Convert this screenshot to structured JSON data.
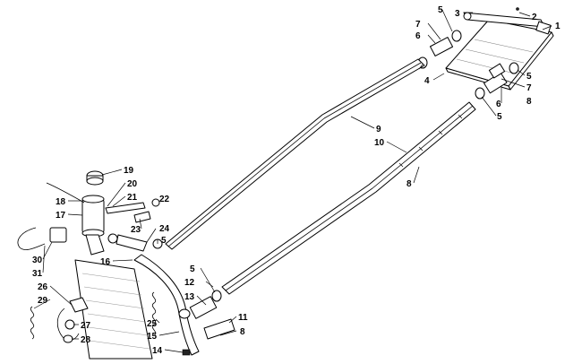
{
  "callouts": [
    {
      "id": "c1",
      "label": "1"
    },
    {
      "id": "c2",
      "label": "2"
    },
    {
      "id": "c3",
      "label": "3"
    },
    {
      "id": "c4",
      "label": "4"
    },
    {
      "id": "c5a",
      "label": "5"
    },
    {
      "id": "c5b",
      "label": "5"
    },
    {
      "id": "c5c",
      "label": "5"
    },
    {
      "id": "c5d",
      "label": "5"
    },
    {
      "id": "c5e",
      "label": "5"
    },
    {
      "id": "c6a",
      "label": "6"
    },
    {
      "id": "c6b",
      "label": "6"
    },
    {
      "id": "c7a",
      "label": "7"
    },
    {
      "id": "c7b",
      "label": "7"
    },
    {
      "id": "c8a",
      "label": "8"
    },
    {
      "id": "c8b",
      "label": "8"
    },
    {
      "id": "c8c",
      "label": "8"
    },
    {
      "id": "c9",
      "label": "9"
    },
    {
      "id": "c10",
      "label": "10"
    },
    {
      "id": "c11",
      "label": "11"
    },
    {
      "id": "c12",
      "label": "12"
    },
    {
      "id": "c13",
      "label": "13"
    },
    {
      "id": "c14",
      "label": "14"
    },
    {
      "id": "c15",
      "label": "15"
    },
    {
      "id": "c16",
      "label": "16"
    },
    {
      "id": "c17",
      "label": "17"
    },
    {
      "id": "c18",
      "label": "18"
    },
    {
      "id": "c19",
      "label": "19"
    },
    {
      "id": "c20",
      "label": "20"
    },
    {
      "id": "c21",
      "label": "21"
    },
    {
      "id": "c22",
      "label": "22"
    },
    {
      "id": "c23",
      "label": "23"
    },
    {
      "id": "c24",
      "label": "24"
    },
    {
      "id": "c25",
      "label": "25"
    },
    {
      "id": "c26",
      "label": "26"
    },
    {
      "id": "c27",
      "label": "27"
    },
    {
      "id": "c28",
      "label": "28"
    },
    {
      "id": "c29",
      "label": "29"
    },
    {
      "id": "c30",
      "label": "30"
    },
    {
      "id": "c31",
      "label": "31"
    }
  ]
}
